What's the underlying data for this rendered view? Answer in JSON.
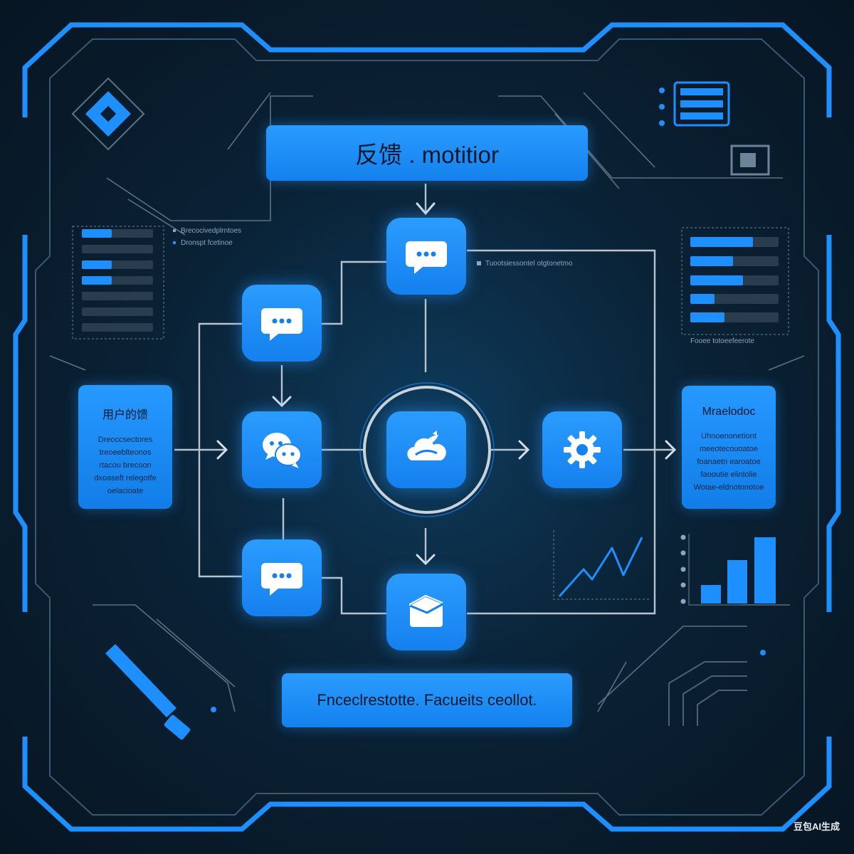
{
  "title": "反馈 . motitior",
  "footer": "Fnceclrestotte. Facueits ceollot.",
  "left_card": {
    "title": "用户的馈",
    "lines": [
      "Dreoccsectores",
      "treoeeblteonos",
      "rtacou brecoon",
      "dxoaseft relegotfe",
      "oelacioate"
    ]
  },
  "right_card": {
    "title": "Mraelodoc",
    "lines": [
      "Uhnoenonetiont",
      "meeotecouoatoe",
      "foanaetn earoatoe",
      "faooutie elinlolie",
      "Wotae-eldnotnnotoe"
    ]
  },
  "labels": {
    "left_legend_1": "Brecocivedplrntoes",
    "left_legend_2": "Dronspt fcetinoe",
    "top_right_label": "Tuootsiessontel otgtonetmo",
    "right_panel_caption": "Fooee totoeefeerote"
  },
  "watermark": "豆包AI生成",
  "icons": {
    "top_node": "chat-bubble-icon",
    "upper_left_node": "chat-bubble-icon",
    "mid_left_node": "wechat-icon",
    "center_node": "cloud-plant-icon",
    "right_node": "gear-icon",
    "lower_left_node": "chat-bubble-icon",
    "bottom_node": "box-icon"
  },
  "colors": {
    "accent": "#1a8cff",
    "frame": "#1e8fff",
    "background": "#0a2236",
    "line": "#8fa3b5"
  }
}
